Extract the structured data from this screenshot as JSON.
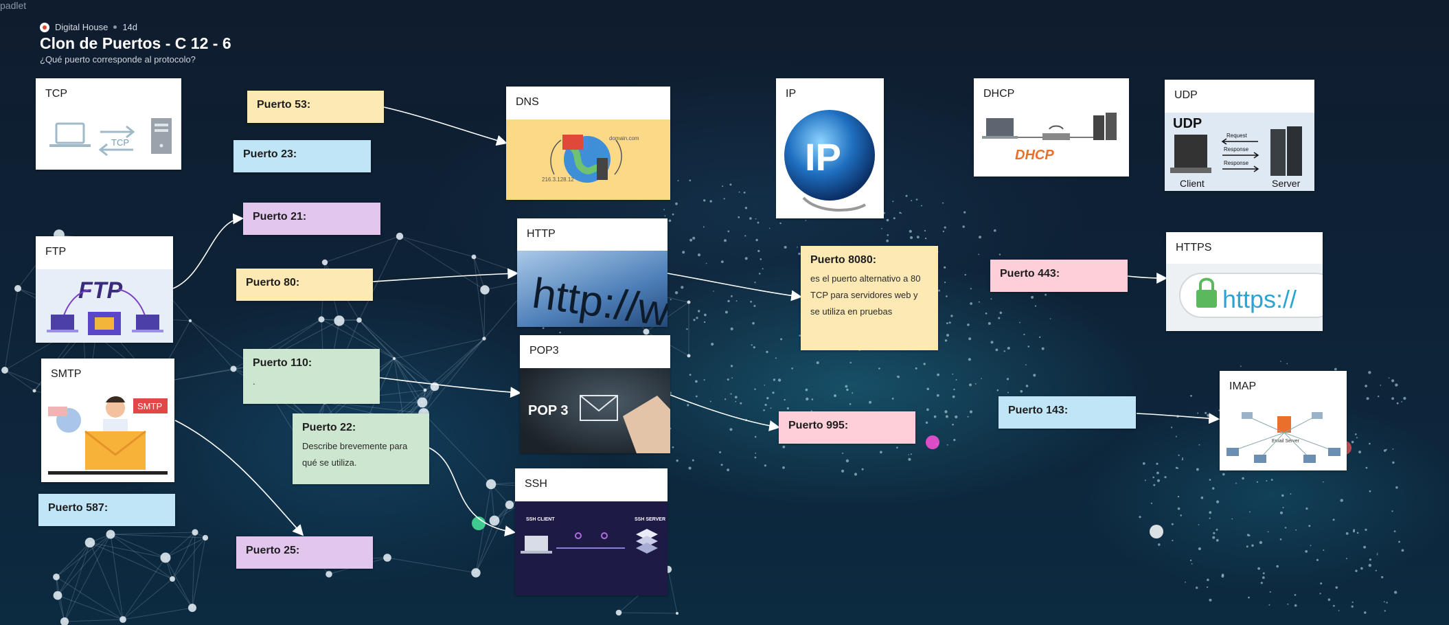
{
  "brand": "padlet",
  "header": {
    "author": "Digital House",
    "age": "14d",
    "title": "Clon de Puertos - C 12 - 6",
    "subtitle": "¿Qué puerto corresponde al protocolo?"
  },
  "cards": {
    "tcp": {
      "title": "TCP",
      "img_text": "TCP"
    },
    "ftp": {
      "title": "FTP",
      "img_text": "FTP"
    },
    "smtp": {
      "title": "SMTP",
      "img_text": "SMTP"
    },
    "dns": {
      "title": "DNS",
      "img_text_a": "domain.com",
      "img_text_b": "216.3.128.12"
    },
    "http": {
      "title": "HTTP",
      "img_text": "http://ww"
    },
    "pop3": {
      "title": "POP3",
      "img_text": "POP 3"
    },
    "ssh": {
      "title": "SSH",
      "img_client": "SSH CLIENT",
      "img_server": "SSH SERVER"
    },
    "ip": {
      "title": "IP",
      "img_text": "IP"
    },
    "dhcp": {
      "title": "DHCP",
      "img_text": "DHCP"
    },
    "udp": {
      "title": "UDP",
      "img_text": "UDP",
      "client": "Client",
      "server": "Server",
      "request": "Request",
      "response": "Response"
    },
    "https": {
      "title": "HTTPS",
      "img_text": "https://"
    },
    "imap": {
      "title": "IMAP",
      "img_text": "Email Server"
    }
  },
  "notes": {
    "p53": {
      "title": "Puerto 53:"
    },
    "p23": {
      "title": "Puerto 23:"
    },
    "p21": {
      "title": "Puerto 21:"
    },
    "p80": {
      "title": "Puerto 80:"
    },
    "p110": {
      "title": "Puerto 110:",
      "body": "."
    },
    "p22": {
      "title": "Puerto 22:",
      "body": "Describe brevemente para qué se utiliza."
    },
    "p587": {
      "title": "Puerto 587:"
    },
    "p25": {
      "title": "Puerto 25:"
    },
    "p8080": {
      "title": "Puerto 8080:",
      "body": "es el puerto alternativo a 80 TCP para servidores web y se utiliza en pruebas"
    },
    "p995": {
      "title": "Puerto 995:"
    },
    "p443": {
      "title": "Puerto 443:"
    },
    "p143": {
      "title": "Puerto 143:"
    }
  },
  "colors": {
    "yellow": "#fde9b4",
    "blue": "#bfe5f7",
    "purple": "#e3c6ee",
    "green": "#cde6cf",
    "pink": "#fccfd9",
    "background": "#0e2236"
  }
}
